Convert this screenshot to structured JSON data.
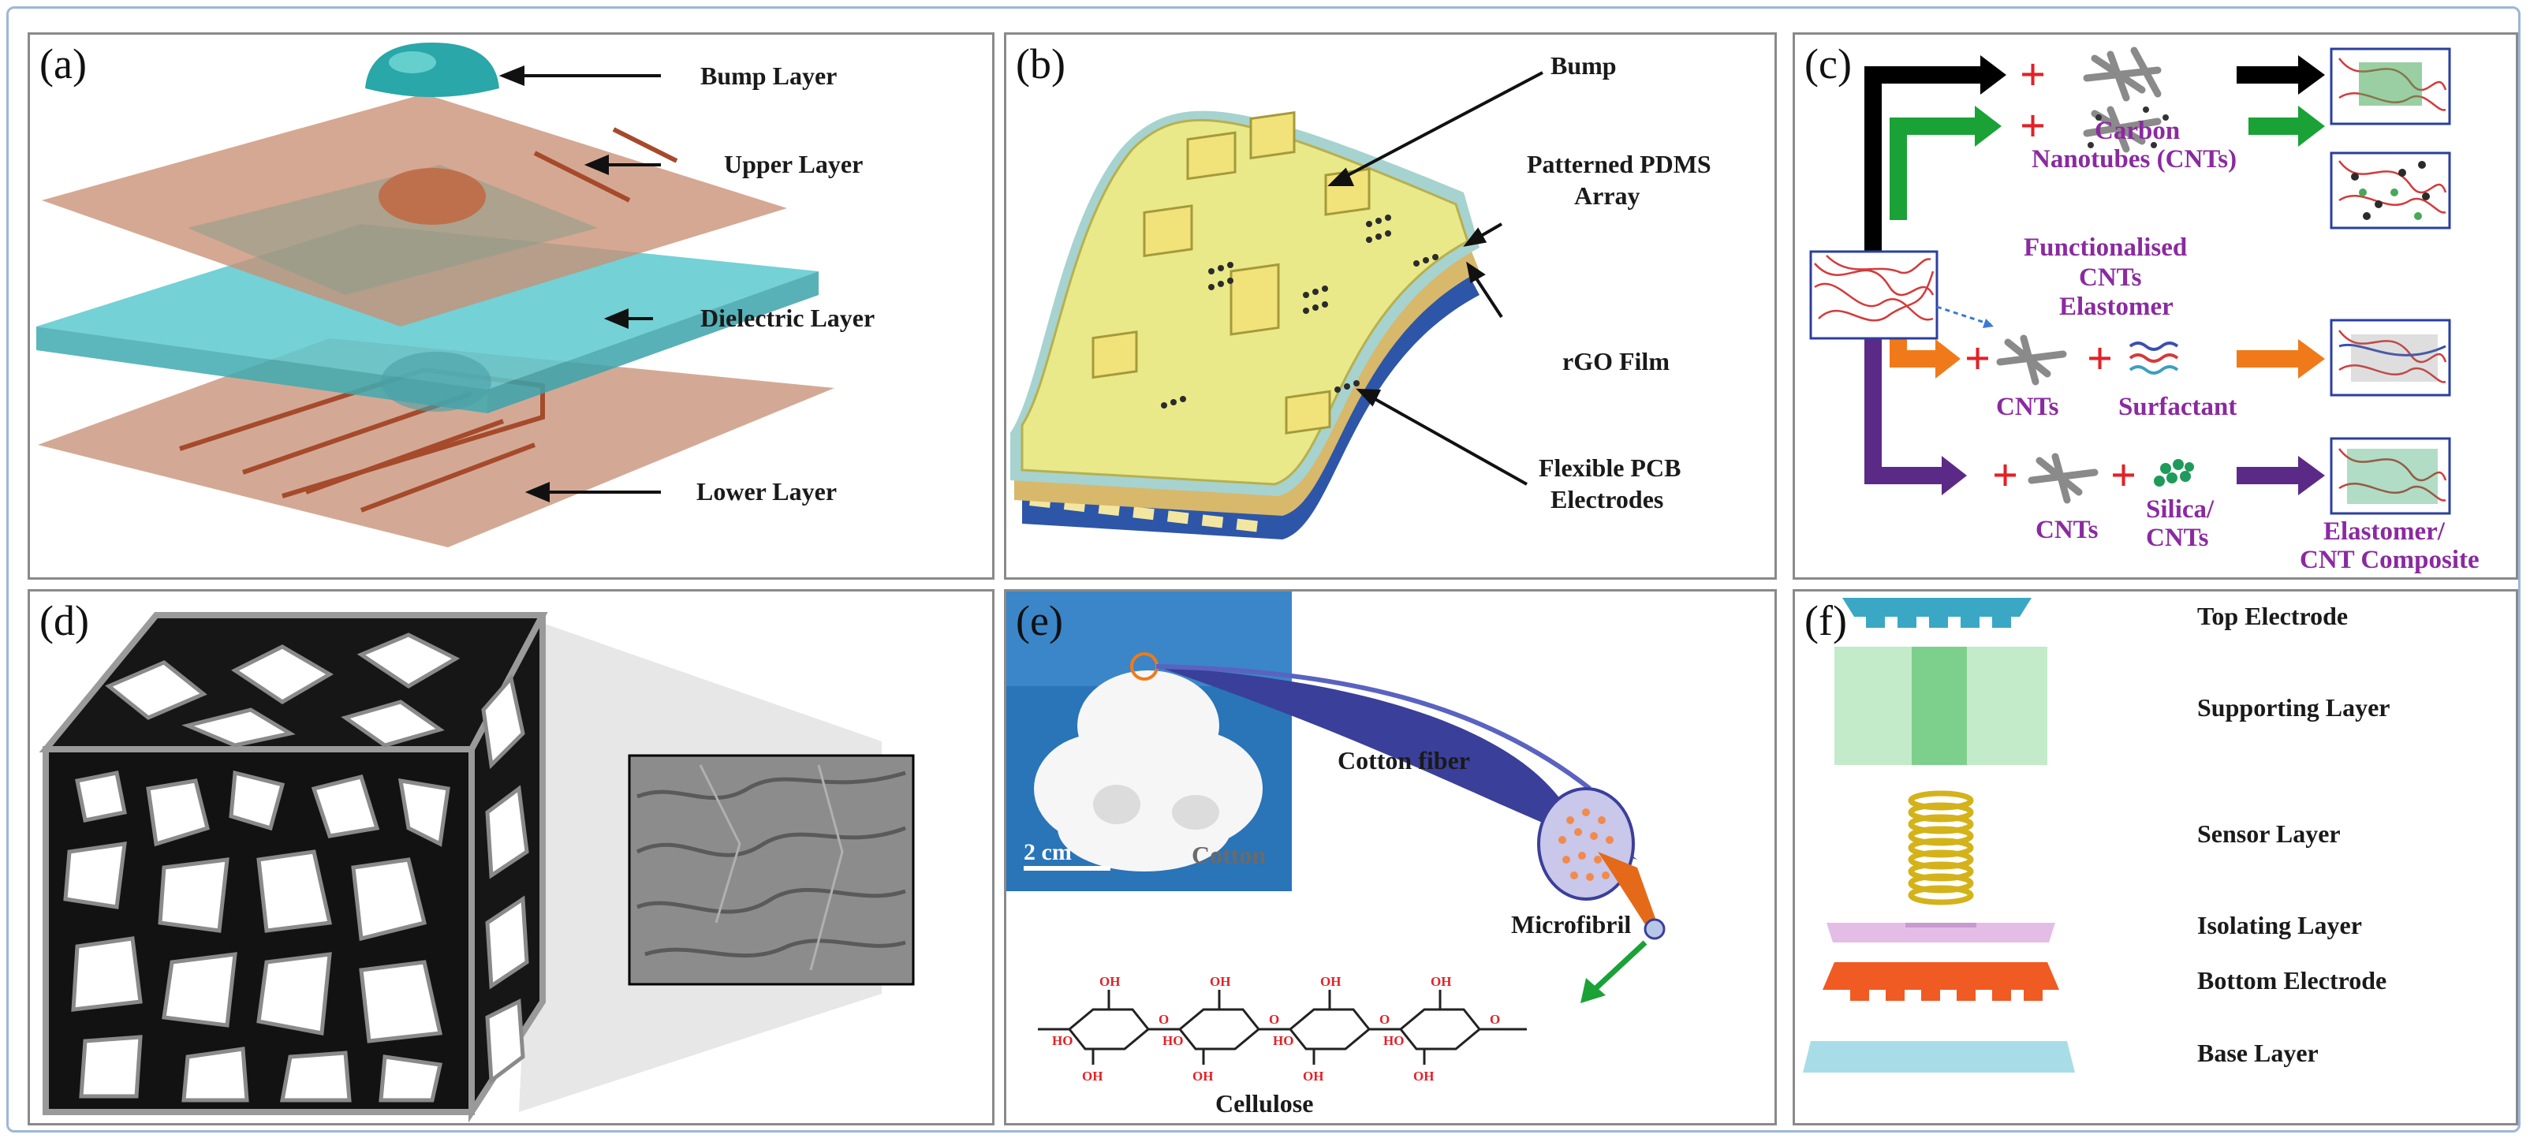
{
  "panels": {
    "a": {
      "tag": "(a)",
      "labels": [
        "Bump Layer",
        "Upper Layer",
        "Dielectric Layer",
        "Lower Layer"
      ]
    },
    "b": {
      "tag": "(b)",
      "labels": [
        "Bump",
        "Patterned PDMS",
        "Array",
        "rGO Film",
        "Flexible PCB",
        "Electrodes"
      ]
    },
    "c": {
      "tag": "(c)",
      "labels": [
        "Carbon",
        "Nanotubes (CNTs)",
        "Functionalised",
        "CNTs",
        "Elastomer",
        "CNTs",
        "Surfactant",
        "CNTs",
        "Silica/",
        "CNTs",
        "Elastomer/",
        "CNT Composite"
      ],
      "plus_sign": "+"
    },
    "d": {
      "tag": "(d)"
    },
    "e": {
      "tag": "(e)",
      "scale_label": "2 cm",
      "photo_label": "Cotton",
      "labels": [
        "Cotton fiber",
        "Microfibril",
        "Cellulose"
      ],
      "oh_label": "OH",
      "ho_label": "HO",
      "o_label": "O"
    },
    "f": {
      "tag": "(f)",
      "labels": [
        "Top Electrode",
        "Supporting Layer",
        "Sensor Layer",
        "Isolating Layer",
        "Bottom Electrode",
        "Base Layer"
      ]
    }
  },
  "colors": {
    "frame": "#9db7d6",
    "panel_border": "#8a8a8a",
    "copper": "#c98f75",
    "dielectric": "#5cc9cf",
    "bump": "#2aa7a8",
    "pcb_yellow": "#e9e98a",
    "arrow_black": "#000000",
    "arrow_green": "#1aa236",
    "arrow_orange": "#f07a19",
    "arrow_purple": "#5b2a86",
    "plus_red": "#e32126",
    "label_purple": "#8a2aa0",
    "fiber_blue": "#3a3f9a",
    "electrode_top": "#3aa8c4",
    "electrode_bottom": "#f05a23",
    "supporting": "#9bd9a6",
    "spring": "#d4b21a",
    "isolating": "#e4bde6",
    "base": "#a8dde8"
  }
}
